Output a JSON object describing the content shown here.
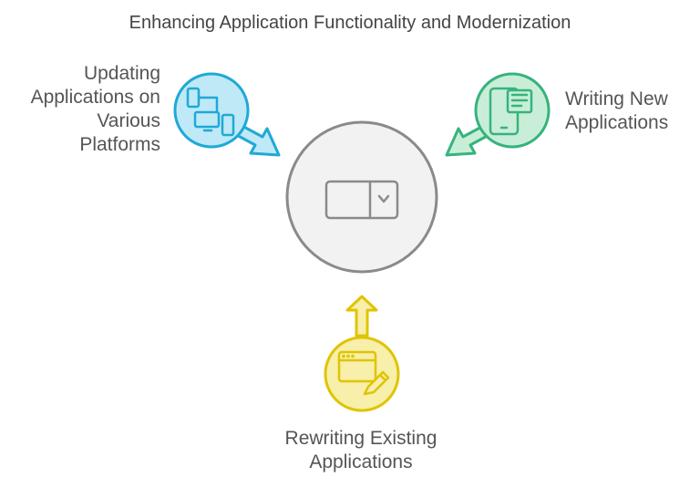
{
  "title": "Enhancing Application Functionality and Modernization",
  "nodes": {
    "left": {
      "lines": [
        "Updating",
        "Applications on",
        "Various",
        "Platforms"
      ],
      "color": "#1fa9d6",
      "fill": "#bfe9f7",
      "icon": "devices-icon"
    },
    "right": {
      "lines": [
        "Writing New",
        "Applications"
      ],
      "color": "#36b37e",
      "fill": "#c9eed8",
      "icon": "mobile-document-icon"
    },
    "bottom": {
      "lines": [
        "Rewriting Existing",
        "Applications"
      ],
      "color": "#e0c400",
      "fill": "#f7efaa",
      "icon": "window-edit-icon"
    },
    "center": {
      "icon": "dropdown-select-icon",
      "fill": "#f2f2f2",
      "stroke": "#8a8a8a"
    }
  }
}
